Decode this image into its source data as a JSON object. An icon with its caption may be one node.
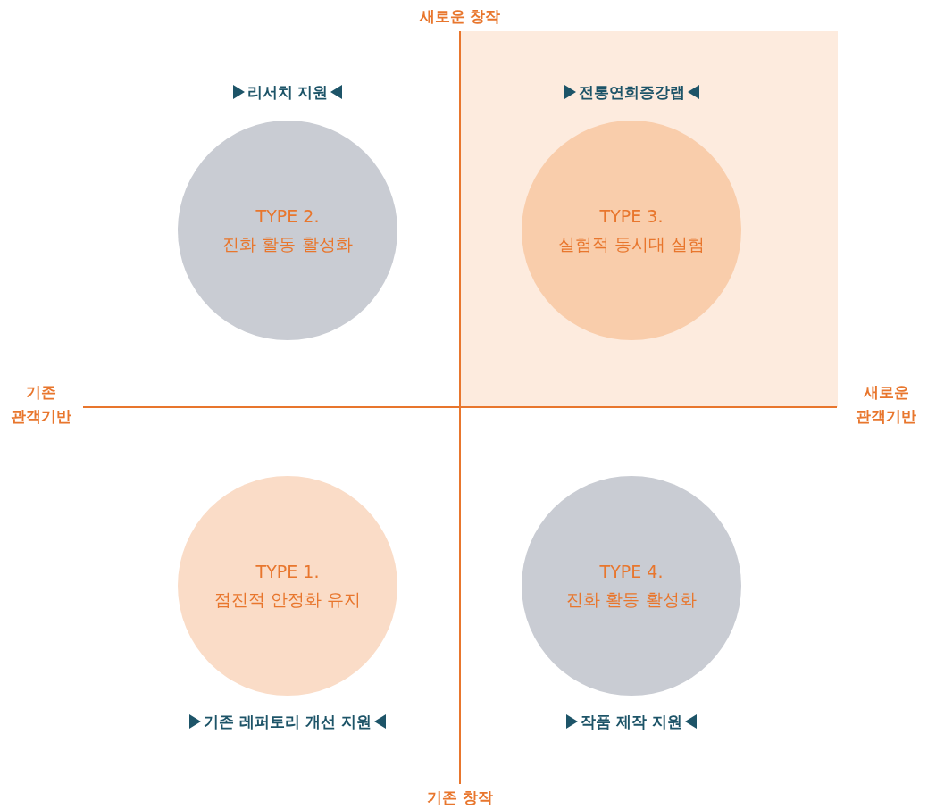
{
  "diagram": {
    "nodes": [
      {
        "text": [
          "TYPE 2.",
          "진화 활동 활성화"
        ],
        "beside": [
          "리서치 지원"
        ]
      },
      {
        "text": [
          "TYPE 3.",
          "실험적 동시대 실험"
        ],
        "beside": [
          "전통연희증강랩"
        ]
      },
      {
        "text": [
          "TYPE 1.",
          "점진적 안정화 유지"
        ],
        "beside": [
          "기존 레퍼토리 개선 지원"
        ]
      },
      {
        "text": [
          "TYPE 4.",
          "진화 활동 활성화"
        ],
        "beside": [
          "작품 제작 지원"
        ]
      }
    ],
    "labels": [
      "새로운 창작",
      "기존 관객기반",
      "새로운 관객기반",
      "기존 창작"
    ]
  }
}
